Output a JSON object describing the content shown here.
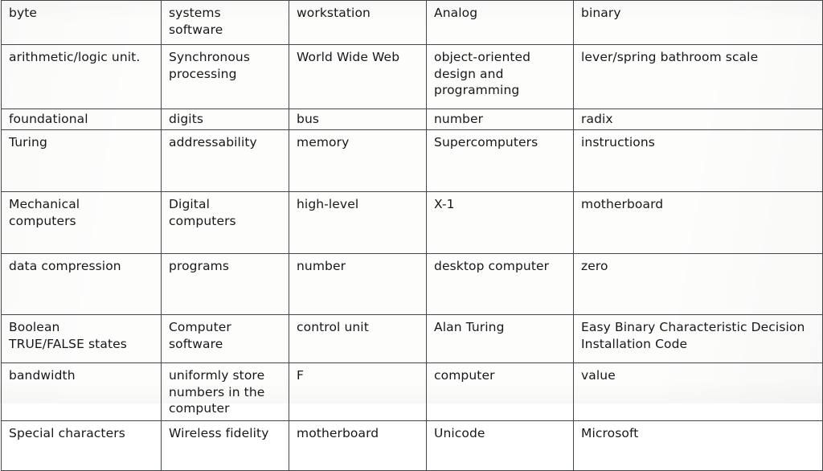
{
  "document": {
    "type": "scanned-worksheet-table",
    "columns": 5,
    "rows": 9,
    "ink_color": "#16181a",
    "rule_color": "#43474b",
    "paper_color": "#fdfdfc"
  },
  "table": {
    "rows": [
      {
        "indent": [
          false,
          false,
          false,
          false,
          false
        ],
        "cells": [
          "byte",
          "systems\nsoftware",
          "workstation",
          "Analog",
          "binary"
        ]
      },
      {
        "indent": [
          false,
          false,
          false,
          false,
          false
        ],
        "cells": [
          "arithmetic/logic unit.",
          "Synchronous\nprocessing",
          "World Wide Web",
          "object-oriented\ndesign and\nprogramming",
          "lever/spring bathroom scale"
        ]
      },
      {
        "indent": [
          false,
          false,
          false,
          false,
          false
        ],
        "cells": [
          "foundational",
          "digits",
          "bus",
          "number",
          "radix"
        ]
      },
      {
        "indent": [
          false,
          true,
          false,
          false,
          false
        ],
        "cells": [
          "Turing",
          "addressability",
          "memory",
          "Supercomputers",
          "instructions"
        ]
      },
      {
        "indent": [
          false,
          false,
          false,
          false,
          false
        ],
        "cells": [
          "Mechanical\ncomputers",
          "Digital\ncomputers",
          "high-level",
          "X-1",
          "motherboard"
        ]
      },
      {
        "indent": [
          false,
          false,
          false,
          false,
          false
        ],
        "cells": [
          "data compression",
          "programs",
          "number",
          "desktop computer",
          "zero"
        ]
      },
      {
        "indent": [
          true,
          false,
          false,
          false,
          false
        ],
        "cells": [
          "Boolean\nTRUE/FALSE states",
          "Computer\nsoftware",
          "control unit",
          "Alan Turing",
          "Easy Binary Characteristic Decision\nInstallation Code"
        ]
      },
      {
        "indent": [
          false,
          false,
          false,
          false,
          false
        ],
        "cells": [
          "bandwidth",
          "uniformly store\nnumbers in the\ncomputer",
          "F",
          "computer",
          "value"
        ]
      },
      {
        "indent": [
          false,
          false,
          false,
          false,
          false
        ],
        "cells": [
          "Special characters",
          "Wireless fidelity",
          "motherboard",
          "Unicode",
          "Microsoft"
        ]
      }
    ]
  }
}
